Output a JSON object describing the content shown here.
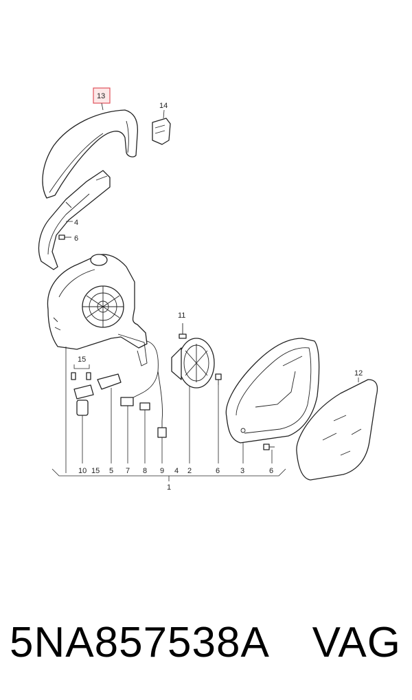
{
  "diagram": {
    "highlight_color": "#e0505a",
    "highlight_fill": "#fde8e8",
    "callouts": {
      "c13": "13",
      "c14": "14",
      "c4": "4",
      "c6a": "6",
      "c11": "11",
      "c12": "12",
      "c15": "15"
    },
    "bottom_labels": [
      "10",
      "15",
      "5",
      "7",
      "8",
      "9",
      "4",
      "2",
      "6",
      "3",
      "6"
    ],
    "assembly_label": "1"
  },
  "caption": {
    "part_number": "5NA857538A",
    "brand": "VAG"
  }
}
